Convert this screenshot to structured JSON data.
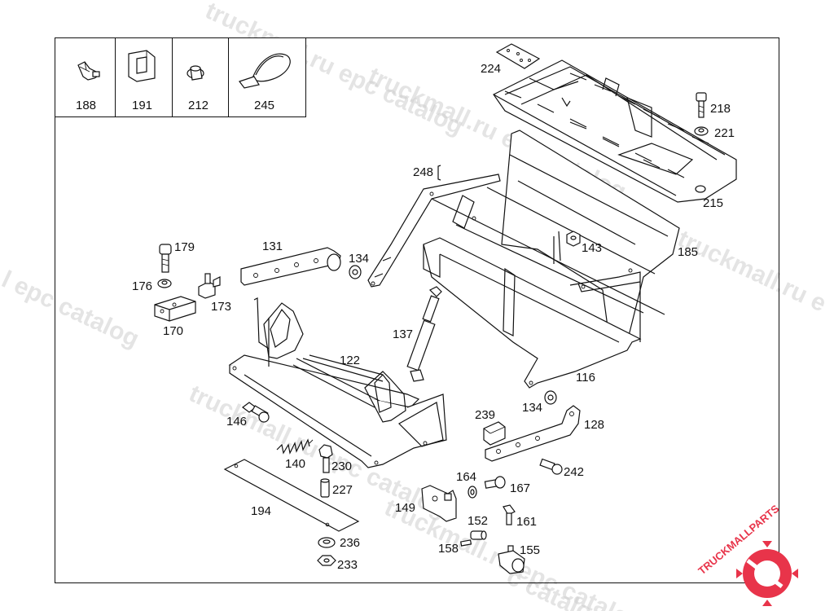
{
  "diagram": {
    "legend_parts": [
      "188",
      "191",
      "212",
      "245"
    ],
    "callouts": {
      "p224": "224",
      "p218": "218",
      "p221": "221",
      "p215": "215",
      "p248": "248",
      "p185": "185",
      "p143": "143",
      "p179": "179",
      "p131": "131",
      "p134a": "134",
      "p176": "176",
      "p173": "173",
      "p170": "170",
      "p137": "137",
      "p122": "122",
      "p116": "116",
      "p134b": "134",
      "p128": "128",
      "p239": "239",
      "p146": "146",
      "p140": "140",
      "p230": "230",
      "p242": "242",
      "p164": "164",
      "p167": "167",
      "p227": "227",
      "p194": "194",
      "p149": "149",
      "p152": "152",
      "p161": "161",
      "p236": "236",
      "p158": "158",
      "p155": "155",
      "p233": "233"
    }
  },
  "watermarks": {
    "text1": "truckmall.ru epc catalog",
    "text2": "truckmall.ru epc catalog",
    "text3": "truckmall.ru epc catalog",
    "text4": "l epc catalog",
    "text5": "truckmall.ru epc catalog",
    "text6": "truckmall.ru e",
    "text7": "c catalog"
  },
  "logo": {
    "text": "TRUCKMALLPARTS",
    "color": "#e8344a"
  }
}
